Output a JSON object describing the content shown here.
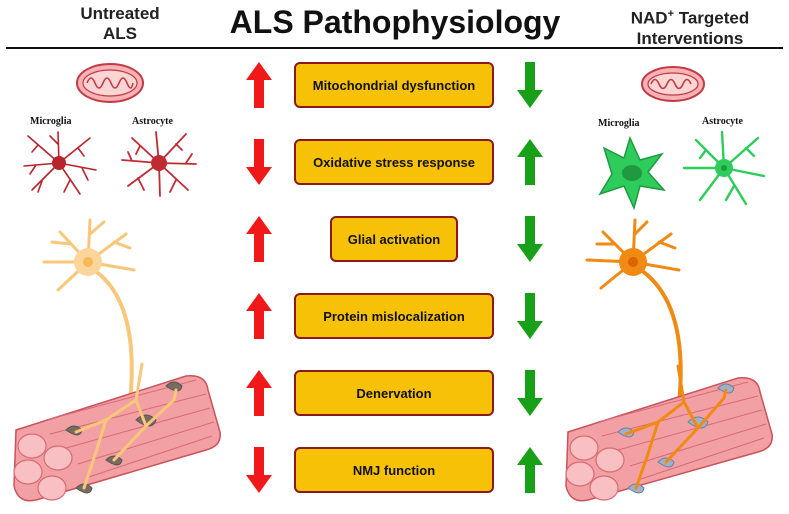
{
  "header": {
    "left_line1": "Untreated",
    "left_line2": "ALS",
    "title": "ALS Pathophysiology",
    "right_line1": "NAD",
    "right_sup": "+",
    "right_line1_rest": " Targeted",
    "right_line2": "Interventions"
  },
  "left_panel": {
    "microglia_label": "Microglia",
    "astrocyte_label": "Astrocyte"
  },
  "right_panel": {
    "microglia_label": "Microglia",
    "astrocyte_label": "Astrocyte"
  },
  "rows": [
    {
      "label": "Mitochondrial dysfunction",
      "untreated": "up",
      "treated": "down"
    },
    {
      "label": "Oxidative stress response",
      "untreated": "down",
      "treated": "up"
    },
    {
      "label": "Glial activation",
      "untreated": "up",
      "treated": "down"
    },
    {
      "label": "Protein mislocalization",
      "untreated": "up",
      "treated": "down"
    },
    {
      "label": "Denervation",
      "untreated": "up",
      "treated": "down"
    },
    {
      "label": "NMJ function",
      "untreated": "down",
      "treated": "up"
    }
  ],
  "colors": {
    "untreated_arrow": "#f01818",
    "treated_arrow": "#19a019",
    "box_fill": "#f7c107",
    "box_border": "#8a1a1a",
    "untreated_glia": "#b8242c",
    "treated_glia": "#2ecc5a",
    "untreated_neuron": "#f8c77a",
    "treated_neuron": "#f08a12",
    "muscle": "#f2a0a4"
  }
}
